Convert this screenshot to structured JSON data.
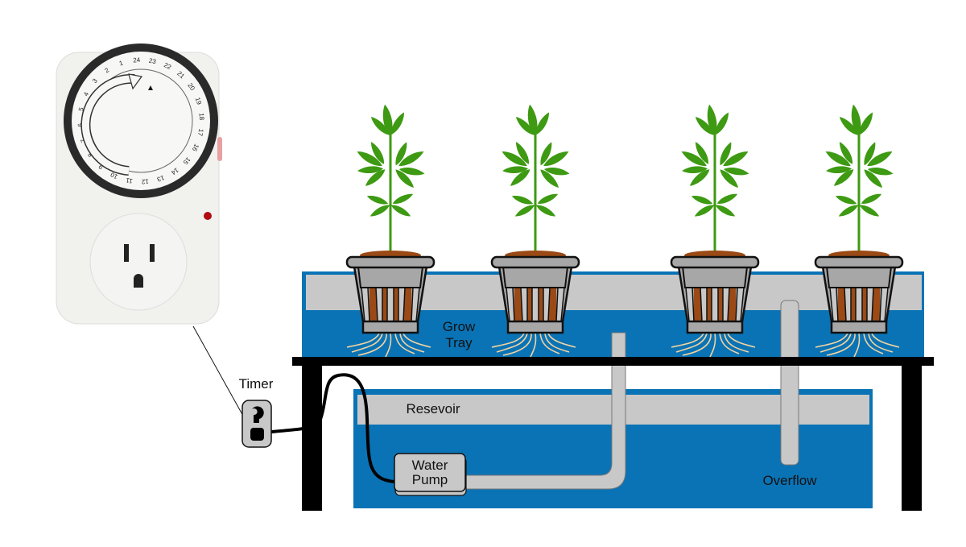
{
  "labels": {
    "timer": "Timer",
    "grow_tray_line1": "Grow",
    "grow_tray_line2": "Tray",
    "reservoir": "Resevoir",
    "water_pump_line1": "Water",
    "water_pump_line2": "Pump",
    "overflow": "Overflow"
  },
  "timer_dial": {
    "numbers": [
      "24",
      "1",
      "2",
      "3",
      "4",
      "5",
      "6",
      "7",
      "8",
      "9",
      "10",
      "11",
      "12",
      "13",
      "14",
      "15",
      "16",
      "17",
      "18",
      "19",
      "20",
      "21",
      "22",
      "23"
    ]
  },
  "colors": {
    "water": "#0a73b5",
    "band": "#c8c8c8",
    "table": "#000000",
    "leaf": "#3d9a12",
    "pot": "#a7a7a7",
    "media": "#9b4a16",
    "roots": "#f2d3a0",
    "timer_body": "#f1f1ee",
    "indicator_led": "#b00a12"
  },
  "pot_count": 4
}
